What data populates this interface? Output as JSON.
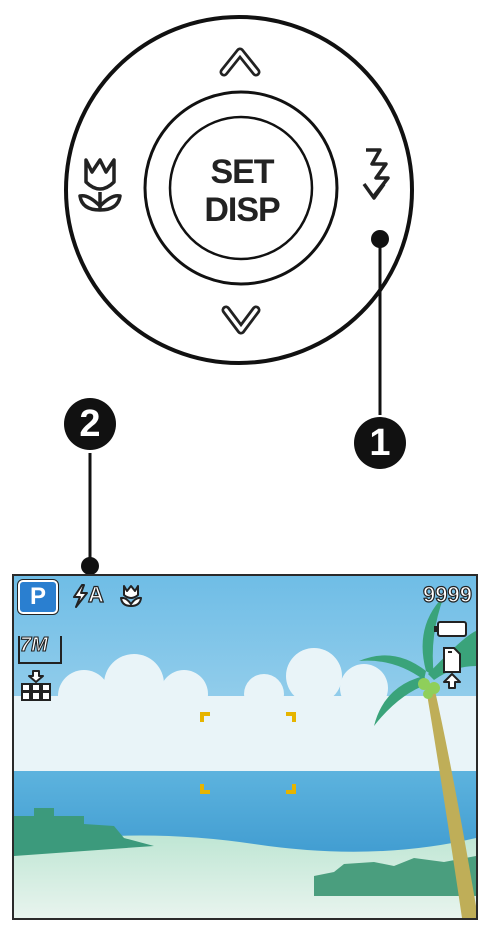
{
  "dial": {
    "center_line1": "SET",
    "center_line2": "DISP"
  },
  "callouts": {
    "one": "1",
    "two": "2"
  },
  "lcd": {
    "mode": "P",
    "flash_mode": "A",
    "shots_remaining": "9999",
    "resolution": "7M"
  },
  "icons": {
    "up": "chevron-up-icon",
    "down": "chevron-down-icon",
    "left": "macro-flower-icon",
    "right": "flash-icon",
    "battery": "battery-icon",
    "card": "memory-card-icon",
    "quality": "quality-icon"
  },
  "colors": {
    "mode_badge": "#2a7fd0",
    "focus_brackets": "#e6b400",
    "sky_top": "#7fc4e8",
    "sea": "#4aa6d6",
    "grass": "#8fd0b0"
  }
}
